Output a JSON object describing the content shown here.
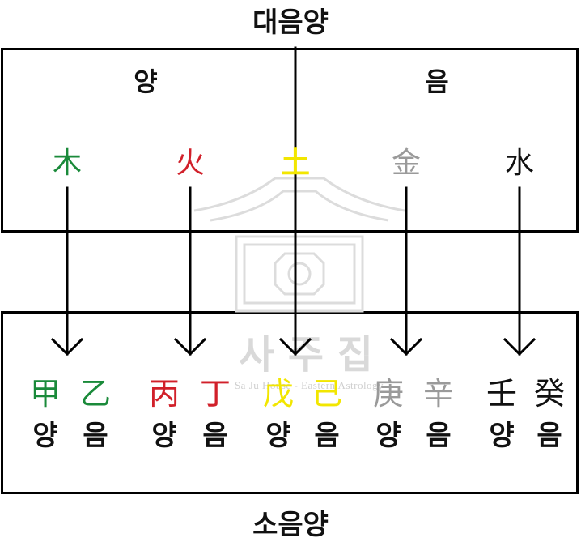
{
  "top_title": "대음양",
  "bottom_title": "소음양",
  "top_box": {
    "yang_label": "양",
    "yin_label": "음",
    "elements": [
      {
        "char": "木",
        "color": "#1a8a3a"
      },
      {
        "char": "火",
        "color": "#d1202a"
      },
      {
        "char": "土",
        "color": "#f2e600"
      },
      {
        "char": "金",
        "color": "#9a9a9a"
      },
      {
        "char": "水",
        "color": "#111111"
      }
    ]
  },
  "stems": [
    {
      "char": "甲",
      "color": "#1a8a3a",
      "polarity": "양"
    },
    {
      "char": "乙",
      "color": "#1a8a3a",
      "polarity": "음"
    },
    {
      "char": "丙",
      "color": "#d1202a",
      "polarity": "양"
    },
    {
      "char": "丁",
      "color": "#d1202a",
      "polarity": "음"
    },
    {
      "char": "戊",
      "color": "#f2e600",
      "polarity": "양"
    },
    {
      "char": "己",
      "color": "#f2e600",
      "polarity": "음"
    },
    {
      "char": "庚",
      "color": "#9a9a9a",
      "polarity": "양"
    },
    {
      "char": "辛",
      "color": "#9a9a9a",
      "polarity": "음"
    },
    {
      "char": "壬",
      "color": "#111111",
      "polarity": "양"
    },
    {
      "char": "癸",
      "color": "#111111",
      "polarity": "음"
    }
  ],
  "watermark": {
    "name": "사 주 집",
    "subtitle": "Sa Ju House - Eastern Astrology"
  }
}
